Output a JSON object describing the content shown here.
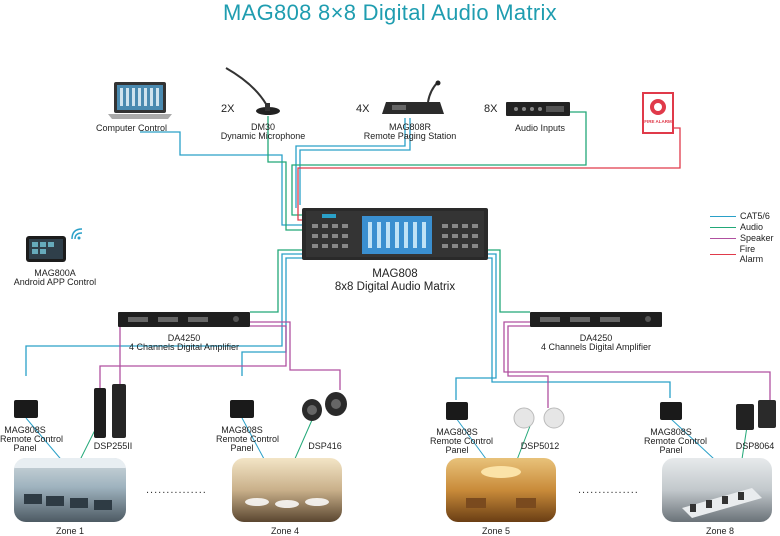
{
  "title": "MAG808 8×8 Digital Audio Matrix",
  "colors": {
    "cat": "#2aa0c8",
    "audio": "#22a878",
    "speaker": "#b050a0",
    "fire": "#e03a4a",
    "title": "#1f9db0"
  },
  "sources": {
    "computer": {
      "label": "Computer Control"
    },
    "mic": {
      "qty": "2X",
      "name": "DM30",
      "desc": "Dynamic Microphone"
    },
    "paging": {
      "qty": "4X",
      "name": "MAG808R",
      "desc": "Remote Paging Station"
    },
    "inputs": {
      "qty": "8X",
      "label": "Audio Inputs"
    },
    "fire": {
      "sign": "FIRE ALARM"
    }
  },
  "app": {
    "name": "MAG800A",
    "desc": "Android APP Control"
  },
  "matrix": {
    "name": "MAG808",
    "desc": "8x8 Digital Audio Matrix"
  },
  "legend": [
    {
      "label": "CAT5/6",
      "color": "#2aa0c8"
    },
    {
      "label": "Audio",
      "color": "#22a878"
    },
    {
      "label": "Speaker",
      "color": "#b050a0"
    },
    {
      "label": "Fire Alarm",
      "color": "#e03a4a"
    }
  ],
  "amps": {
    "left": {
      "name": "DA4250",
      "desc": "4 Channels Digital Amplifier"
    },
    "right": {
      "name": "DA4250",
      "desc": "4 Channels Digital Amplifier"
    }
  },
  "zones": [
    {
      "panel_name": "MAG808S",
      "panel_l2": "Remote Control",
      "panel_l3": "Panel",
      "speaker": "DSP255II",
      "zone": "Zone 1"
    },
    {
      "panel_name": "MAG808S",
      "panel_l2": "Remote Control",
      "panel_l3": "Panel",
      "speaker": "DSP416",
      "zone": "Zone 4"
    },
    {
      "panel_name": "MAG808S",
      "panel_l2": "Remote Control",
      "panel_l3": "Panel",
      "speaker": "DSP5012",
      "zone": "Zone 5"
    },
    {
      "panel_name": "MAG808S",
      "panel_l2": "Remote Control",
      "panel_l3": "Panel",
      "speaker": "DSP8064",
      "zone": "Zone 8"
    }
  ],
  "ellipsis": "..............."
}
